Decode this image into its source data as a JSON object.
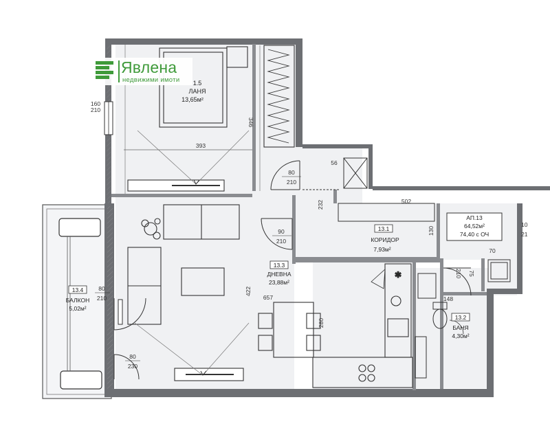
{
  "logo": {
    "name": "Явлена",
    "tagline": "недвижими имоти",
    "color": "#3f9a3a"
  },
  "rooms": {
    "bedroom": {
      "code": "1.5",
      "name": "ЛАНЯ",
      "area": "13,65м²"
    },
    "corridor": {
      "code": "13.1",
      "name": "КОРИДОР",
      "area": "7,93м²"
    },
    "living": {
      "code": "13.3",
      "name": "ДНЕВНА",
      "area": "23,88м²"
    },
    "balcony": {
      "code": "13.4",
      "name": "БАЛКОН",
      "area": "5,02м²"
    },
    "bath": {
      "code": "13.2",
      "name": "БАНЯ",
      "area": "4,30м²"
    }
  },
  "apartment": {
    "code": "АП.13",
    "net_area": "64,52м²",
    "gross_area": "74,40 с ОЧ"
  },
  "dimensions": {
    "bedroom_width": "393",
    "bedroom_height": "346",
    "corridor_width": "502",
    "living_width": "657",
    "living_height": "422",
    "bath_width": "148",
    "small_56": "56",
    "wall_232": "232",
    "wall_130": "130",
    "table_280": "280",
    "bath_75": "75",
    "cut_10": "10",
    "cut_21": "21"
  },
  "doors": {
    "window_160": "160",
    "window_210": "210",
    "bedroom_door_w": "80",
    "bedroom_door_h": "210",
    "living_door_w": "90",
    "living_door_h": "210",
    "balcony_door_w": "80",
    "balcony_door_h": "210",
    "balcony_door2_w": "80",
    "balcony_door2_h": "230",
    "shaft_w": "70",
    "shaft_h": "210"
  }
}
